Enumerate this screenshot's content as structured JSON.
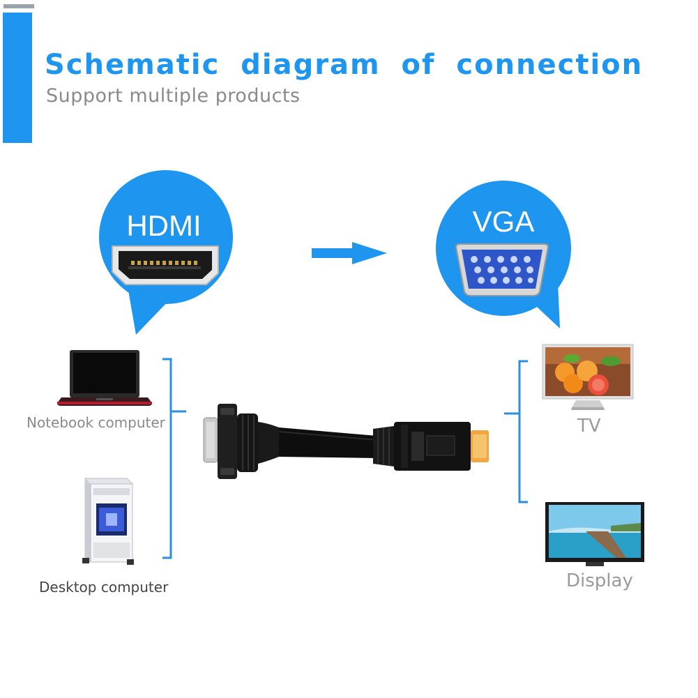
{
  "header": {
    "title": "Schematic diagram of connection",
    "subtitle": "Support multiple products"
  },
  "source": {
    "label": "HDMI",
    "icon": "hdmi-port-icon",
    "devices": [
      {
        "label": "Notebook computer",
        "icon": "laptop-icon"
      },
      {
        "label": "Desktop computer",
        "icon": "desktop-tower-icon"
      }
    ]
  },
  "target": {
    "label": "VGA",
    "icon": "vga-port-icon",
    "devices": [
      {
        "label": "TV",
        "icon": "tv-icon"
      },
      {
        "label": "Display",
        "icon": "monitor-icon"
      }
    ]
  },
  "adapter": {
    "icon": "hdmi-to-vga-adapter-icon"
  },
  "arrow": {
    "icon": "arrow-right-icon"
  },
  "colors": {
    "accent": "#1e96f0",
    "bracket": "#2a8fe0",
    "label_gray": "#8a8a8a",
    "vga_blue": "#2f56c8"
  }
}
